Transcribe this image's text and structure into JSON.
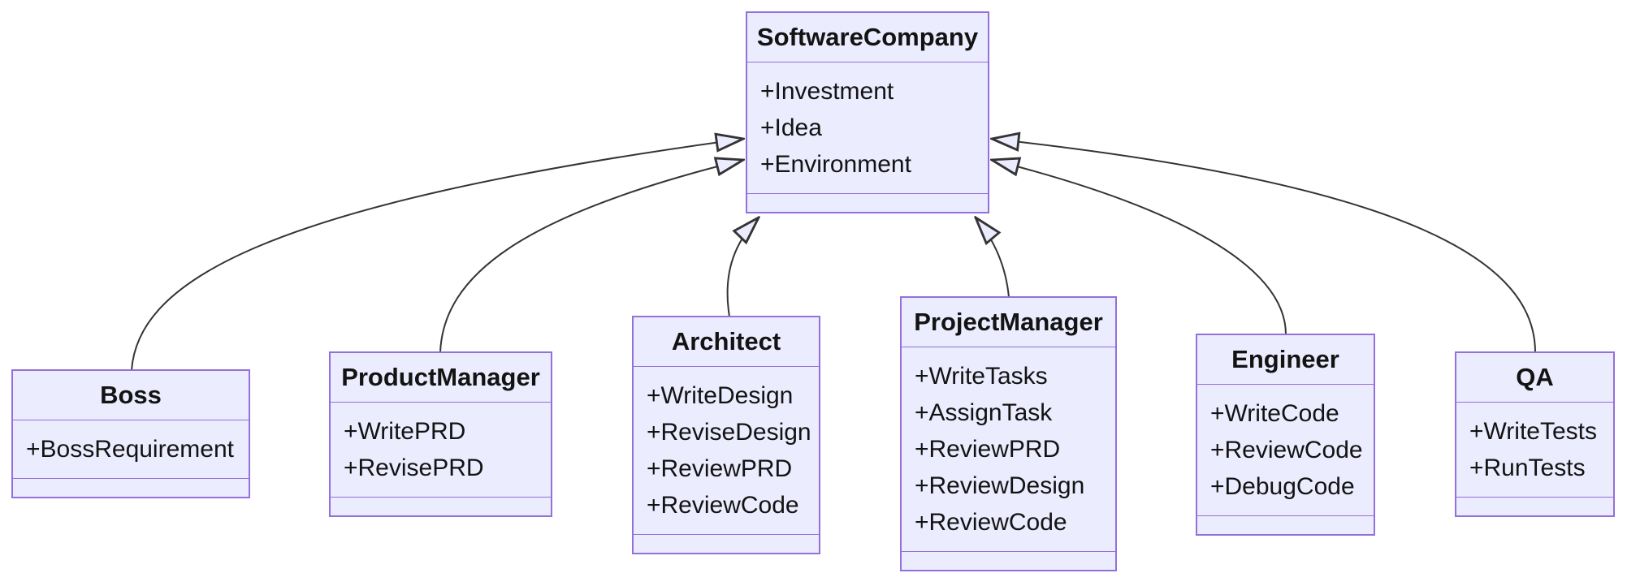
{
  "diagram": {
    "type": "uml-class-diagram",
    "colors": {
      "node_fill": "#ECECFF",
      "node_border": "#9370DB",
      "edge_line": "#343434",
      "text": "#131313",
      "background": "#ffffff"
    },
    "classes": [
      {
        "name": "SoftwareCompany",
        "attributes": [
          "+Investment",
          "+Idea",
          "+Environment"
        ]
      },
      {
        "name": "Boss",
        "attributes": [
          "+BossRequirement"
        ]
      },
      {
        "name": "ProductManager",
        "attributes": [
          "+WritePRD",
          "+RevisePRD"
        ]
      },
      {
        "name": "Architect",
        "attributes": [
          "+WriteDesign",
          "+ReviseDesign",
          "+ReviewPRD",
          "+ReviewCode"
        ]
      },
      {
        "name": "ProjectManager",
        "attributes": [
          "+WriteTasks",
          "+AssignTask",
          "+ReviewPRD",
          "+ReviewDesign",
          "+ReviewCode"
        ]
      },
      {
        "name": "Engineer",
        "attributes": [
          "+WriteCode",
          "+ReviewCode",
          "+DebugCode"
        ]
      },
      {
        "name": "QA",
        "attributes": [
          "+WriteTests",
          "+RunTests"
        ]
      }
    ],
    "relations": [
      {
        "from": "Boss",
        "to": "SoftwareCompany",
        "type": "inheritance"
      },
      {
        "from": "ProductManager",
        "to": "SoftwareCompany",
        "type": "inheritance"
      },
      {
        "from": "Architect",
        "to": "SoftwareCompany",
        "type": "inheritance"
      },
      {
        "from": "ProjectManager",
        "to": "SoftwareCompany",
        "type": "inheritance"
      },
      {
        "from": "Engineer",
        "to": "SoftwareCompany",
        "type": "inheritance"
      },
      {
        "from": "QA",
        "to": "SoftwareCompany",
        "type": "inheritance"
      }
    ]
  }
}
